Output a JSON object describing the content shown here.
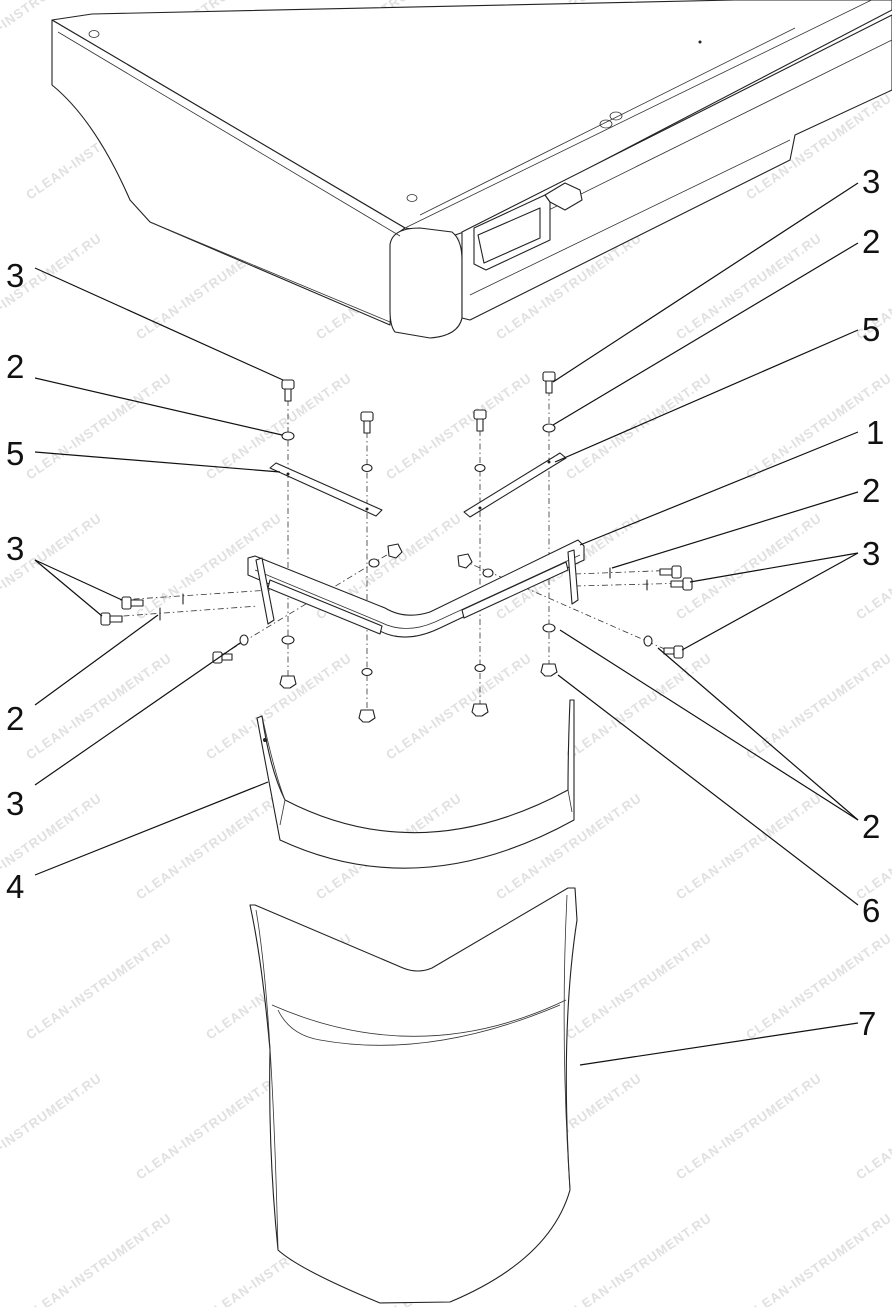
{
  "watermark": "CLEAN-INSTRUMENT.RU",
  "callouts": [
    {
      "id": "c3-top-left",
      "label": "3"
    },
    {
      "id": "c2-left",
      "label": "2"
    },
    {
      "id": "c5-left",
      "label": "5"
    },
    {
      "id": "c3-left-pair",
      "label": "3"
    },
    {
      "id": "c2-lower-left",
      "label": "2"
    },
    {
      "id": "c3-lower-left",
      "label": "3"
    },
    {
      "id": "c4",
      "label": "4"
    },
    {
      "id": "c3-top-right",
      "label": "3"
    },
    {
      "id": "c2-top-right",
      "label": "2"
    },
    {
      "id": "c5-right",
      "label": "5"
    },
    {
      "id": "c1",
      "label": "1"
    },
    {
      "id": "c2-right",
      "label": "2"
    },
    {
      "id": "c3-right-pair",
      "label": "3"
    },
    {
      "id": "c2-lower-right",
      "label": "2"
    },
    {
      "id": "c6",
      "label": "6"
    },
    {
      "id": "c7",
      "label": "7"
    }
  ]
}
